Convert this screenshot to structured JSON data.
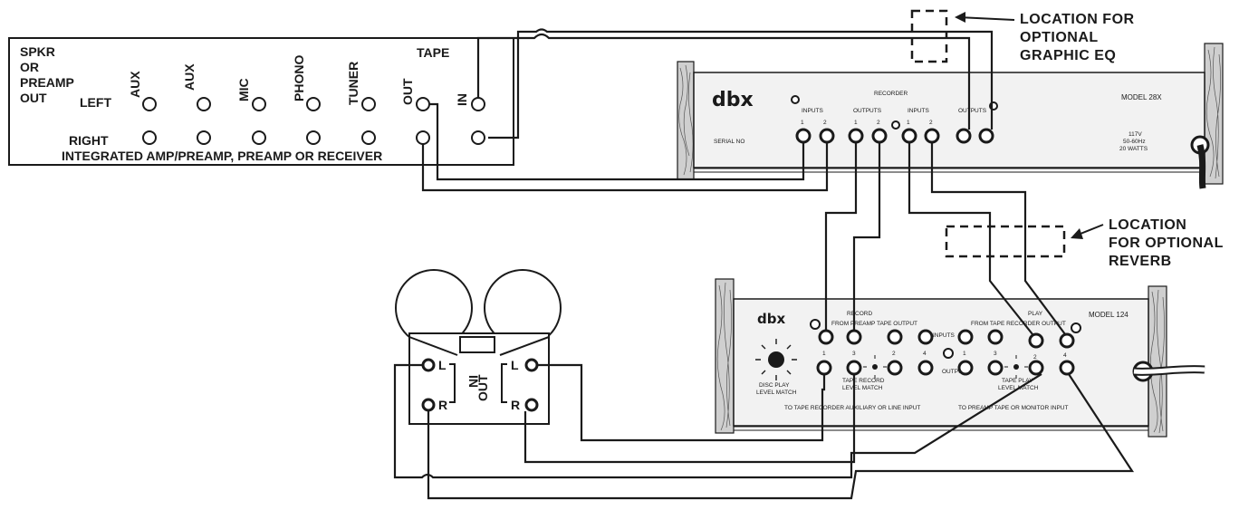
{
  "receiver": {
    "source_label_1": "SPKR",
    "source_label_2": "OR",
    "source_label_3": "PREAMP",
    "source_label_4": "OUT",
    "left_label": "LEFT",
    "right_label": "RIGHT",
    "tape_label": "TAPE",
    "inputs": [
      "AUX",
      "AUX",
      "MIC",
      "PHONO",
      "TUNER",
      "OUT",
      "IN"
    ],
    "caption": "INTEGRATED AMP/PREAMP, PREAMP OR RECEIVER"
  },
  "dbx28": {
    "logo": "dbx",
    "model": "MODEL 28X",
    "recorder_label": "RECORDER",
    "serial_label": "SERIAL NO",
    "inputs_label": "INPUTS",
    "outputs_label": "OUTPUTS",
    "ch1": "1",
    "ch2": "2",
    "power_1": "117V",
    "power_2": "50-60Hz",
    "power_3": "20 WATTS"
  },
  "dbx124": {
    "logo": "dbx",
    "model": "MODEL 124",
    "record_label": "RECORD",
    "play_label": "PLAY",
    "from_preamp": "FROM PREAMP TAPE OUTPUT",
    "from_tape": "FROM TAPE RECORDER OUTPUT",
    "inputs_label": "INPUTS",
    "outputs_label": "OUTPUTS",
    "display_label_1": "DISC PLAY",
    "display_label_2": "LEVEL MATCH",
    "tape_record_1": "TAPE RECORD",
    "tape_record_2": "LEVEL MATCH",
    "tape_play_1": "TAPE PLAY",
    "tape_play_2": "LEVEL MATCH",
    "to_tape": "TO TAPE RECORDER AUXILIARY OR LINE INPUT",
    "to_preamp": "TO PREAMP TAPE OR MONITOR INPUT",
    "channels": [
      "1",
      "3",
      "2",
      "4",
      "1",
      "3",
      "2",
      "4"
    ]
  },
  "tape_deck": {
    "in_label": "IN",
    "out_label": "OUT",
    "l": "L",
    "r": "R"
  },
  "annotations": {
    "graphic_eq_1": "LOCATION FOR",
    "graphic_eq_2": "OPTIONAL",
    "graphic_eq_3": "GRAPHIC EQ",
    "reverb_1": "LOCATION",
    "reverb_2": "FOR OPTIONAL",
    "reverb_3": "REVERB"
  }
}
